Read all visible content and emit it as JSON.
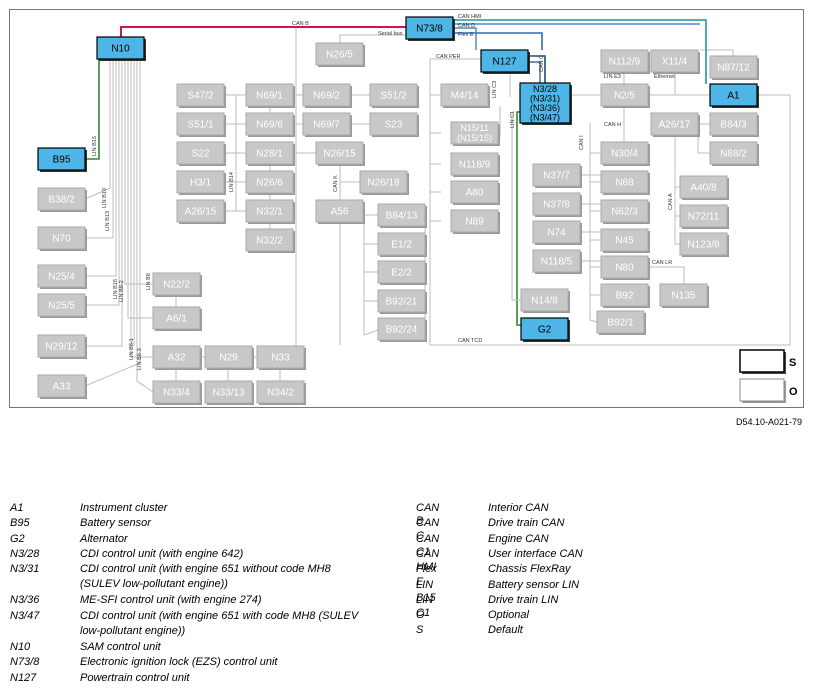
{
  "diagram": {
    "nodes": [
      {
        "id": "N10",
        "label": [
          "N10"
        ],
        "style": "blue"
      },
      {
        "id": "N73/8",
        "label": [
          "N73/8"
        ],
        "style": "blue"
      },
      {
        "id": "N127",
        "label": [
          "N127"
        ],
        "style": "blue"
      },
      {
        "id": "N3",
        "label": [
          "N3/28",
          "(N3/31)",
          "(N3/36)",
          "(N3/47)"
        ],
        "style": "blue"
      },
      {
        "id": "A1",
        "label": [
          "A1"
        ],
        "style": "blue"
      },
      {
        "id": "B95",
        "label": [
          "B95"
        ],
        "style": "blue"
      },
      {
        "id": "G2",
        "label": [
          "G2"
        ],
        "style": "blue"
      },
      {
        "id": "N26/5",
        "label": [
          "N26/5"
        ],
        "style": "grey"
      },
      {
        "id": "N112/9",
        "label": [
          "N112/9"
        ],
        "style": "grey"
      },
      {
        "id": "X11/4",
        "label": [
          "X11/4"
        ],
        "style": "grey"
      },
      {
        "id": "N87/12",
        "label": [
          "N87/12"
        ],
        "style": "grey"
      },
      {
        "id": "S47/2",
        "label": [
          "S47/2"
        ],
        "style": "grey"
      },
      {
        "id": "N69/1",
        "label": [
          "N69/1"
        ],
        "style": "grey"
      },
      {
        "id": "N69/2",
        "label": [
          "N69/2"
        ],
        "style": "grey"
      },
      {
        "id": "S51/2",
        "label": [
          "S51/2"
        ],
        "style": "grey"
      },
      {
        "id": "M4/14",
        "label": [
          "M4/14"
        ],
        "style": "grey"
      },
      {
        "id": "N2/5",
        "label": [
          "N2/5"
        ],
        "style": "grey"
      },
      {
        "id": "S51/1",
        "label": [
          "S51/1"
        ],
        "style": "grey"
      },
      {
        "id": "N69/6",
        "label": [
          "N69/6"
        ],
        "style": "grey"
      },
      {
        "id": "N69/7",
        "label": [
          "N69/7"
        ],
        "style": "grey"
      },
      {
        "id": "S23",
        "label": [
          "S23"
        ],
        "style": "grey"
      },
      {
        "id": "N15/11",
        "label": [
          "N15/11",
          "(N15/15)"
        ],
        "style": "grey"
      },
      {
        "id": "A26/17",
        "label": [
          "A26/17"
        ],
        "style": "grey"
      },
      {
        "id": "B84/3",
        "label": [
          "B84/3"
        ],
        "style": "grey"
      },
      {
        "id": "S22",
        "label": [
          "S22"
        ],
        "style": "grey"
      },
      {
        "id": "N28/1",
        "label": [
          "N28/1"
        ],
        "style": "grey"
      },
      {
        "id": "N26/15",
        "label": [
          "N26/15"
        ],
        "style": "grey"
      },
      {
        "id": "N30/4",
        "label": [
          "N30/4"
        ],
        "style": "grey"
      },
      {
        "id": "N88/2",
        "label": [
          "N88/2"
        ],
        "style": "grey"
      },
      {
        "id": "N118/9",
        "label": [
          "N118/9"
        ],
        "style": "grey"
      },
      {
        "id": "H3/1",
        "label": [
          "H3/1"
        ],
        "style": "grey"
      },
      {
        "id": "N26/6",
        "label": [
          "N26/6"
        ],
        "style": "grey"
      },
      {
        "id": "N26/18",
        "label": [
          "N26/18"
        ],
        "style": "grey"
      },
      {
        "id": "N37/7",
        "label": [
          "N37/7"
        ],
        "style": "grey"
      },
      {
        "id": "N68",
        "label": [
          "N68"
        ],
        "style": "grey"
      },
      {
        "id": "A40/8",
        "label": [
          "A40/8"
        ],
        "style": "grey"
      },
      {
        "id": "B38/2",
        "label": [
          "B38/2"
        ],
        "style": "grey"
      },
      {
        "id": "A80",
        "label": [
          "A80"
        ],
        "style": "grey"
      },
      {
        "id": "A26/15",
        "label": [
          "A26/15"
        ],
        "style": "grey"
      },
      {
        "id": "N32/1",
        "label": [
          "N32/1"
        ],
        "style": "grey"
      },
      {
        "id": "A56",
        "label": [
          "A56"
        ],
        "style": "grey"
      },
      {
        "id": "B84/13",
        "label": [
          "B84/13"
        ],
        "style": "grey"
      },
      {
        "id": "N37/8",
        "label": [
          "N37/8"
        ],
        "style": "grey"
      },
      {
        "id": "N62/3",
        "label": [
          "N62/3"
        ],
        "style": "grey"
      },
      {
        "id": "N72/11",
        "label": [
          "N72/11"
        ],
        "style": "grey"
      },
      {
        "id": "N89",
        "label": [
          "N89"
        ],
        "style": "grey"
      },
      {
        "id": "N70",
        "label": [
          "N70"
        ],
        "style": "grey"
      },
      {
        "id": "N32/2",
        "label": [
          "N32/2"
        ],
        "style": "grey"
      },
      {
        "id": "E1/2",
        "label": [
          "E1/2"
        ],
        "style": "grey"
      },
      {
        "id": "N74",
        "label": [
          "N74"
        ],
        "style": "grey"
      },
      {
        "id": "N45",
        "label": [
          "N45"
        ],
        "style": "grey"
      },
      {
        "id": "N123/8",
        "label": [
          "N123/8"
        ],
        "style": "grey"
      },
      {
        "id": "N118/5",
        "label": [
          "N118/5"
        ],
        "style": "grey"
      },
      {
        "id": "N80",
        "label": [
          "N80"
        ],
        "style": "grey"
      },
      {
        "id": "N25/4",
        "label": [
          "N25/4"
        ],
        "style": "grey"
      },
      {
        "id": "N22/2",
        "label": [
          "N22/2"
        ],
        "style": "grey"
      },
      {
        "id": "E2/2",
        "label": [
          "E2/2"
        ],
        "style": "grey"
      },
      {
        "id": "N135",
        "label": [
          "N135"
        ],
        "style": "grey"
      },
      {
        "id": "N25/5",
        "label": [
          "N25/5"
        ],
        "style": "grey"
      },
      {
        "id": "B92/21",
        "label": [
          "B92/21"
        ],
        "style": "grey"
      },
      {
        "id": "B92",
        "label": [
          "B92"
        ],
        "style": "grey"
      },
      {
        "id": "N14/8",
        "label": [
          "N14/8"
        ],
        "style": "grey"
      },
      {
        "id": "A6/1",
        "label": [
          "A6/1"
        ],
        "style": "grey"
      },
      {
        "id": "N29/12",
        "label": [
          "N29/12"
        ],
        "style": "grey"
      },
      {
        "id": "B92/24",
        "label": [
          "B92/24"
        ],
        "style": "grey"
      },
      {
        "id": "B92/1",
        "label": [
          "B92/1"
        ],
        "style": "grey"
      },
      {
        "id": "A32",
        "label": [
          "A32"
        ],
        "style": "grey"
      },
      {
        "id": "N29",
        "label": [
          "N29"
        ],
        "style": "grey"
      },
      {
        "id": "N33",
        "label": [
          "N33"
        ],
        "style": "grey"
      },
      {
        "id": "A33",
        "label": [
          "A33"
        ],
        "style": "grey"
      },
      {
        "id": "N33/4",
        "label": [
          "N33/4"
        ],
        "style": "grey"
      },
      {
        "id": "N33/13",
        "label": [
          "N33/13"
        ],
        "style": "grey"
      },
      {
        "id": "N34/2",
        "label": [
          "N34/2"
        ],
        "style": "grey"
      }
    ],
    "bus_labels": [
      "CAN B",
      "CAN HMI",
      "CAN D",
      "Flex E",
      "Serial bus",
      "CAN PER",
      "CAN C",
      "CAN C1",
      "LIN C1",
      "LIN C3",
      "LIN E3",
      "Ethernet",
      "CAN H",
      "CAN I",
      "CAN K",
      "CAN A",
      "CAN LR",
      "CAN TCD",
      "LIN B15",
      "LIN B10",
      "LIN B13",
      "LIN B16",
      "LIN B14",
      "LIN B8",
      "LIN B8-2",
      "LIN B8-1",
      "LIN B8-3"
    ],
    "key_labels": {
      "default": "S",
      "optional": "O"
    },
    "colors": {
      "blue": "#4db6e6",
      "grey": "#c8c8c8",
      "grey_line": "#bdbdbd",
      "can_b": "#c8185a",
      "flex": "#1e9a8f",
      "lin": "#2e8b2e",
      "can_hmi": "#2c6ec4"
    }
  },
  "doc_id": "D54.10-A021-79",
  "legend": {
    "left": [
      {
        "code": "A1",
        "desc": [
          "Instrument cluster"
        ]
      },
      {
        "code": "B95",
        "desc": [
          "Battery sensor"
        ]
      },
      {
        "code": "G2",
        "desc": [
          "Alternator"
        ]
      },
      {
        "code": "N3/28",
        "desc": [
          "CDI control unit (with engine 642)"
        ]
      },
      {
        "code": "N3/31",
        "desc": [
          "CDI control unit (with engine 651 without code MH8",
          "(SULEV low-pollutant engine))"
        ]
      },
      {
        "code": "N3/36",
        "desc": [
          "ME-SFI control unit (with engine 274)"
        ]
      },
      {
        "code": "N3/47",
        "desc": [
          "CDI control unit (with engine 651 with code MH8 (SULEV",
          "low-pollutant engine))"
        ]
      },
      {
        "code": "N10",
        "desc": [
          "SAM control unit"
        ]
      },
      {
        "code": "N73/8",
        "desc": [
          "Electronic ignition lock (EZS) control unit"
        ]
      },
      {
        "code": "N127",
        "desc": [
          "Powertrain control unit"
        ]
      }
    ],
    "right": [
      {
        "code": "CAN B",
        "desc": [
          "Interior CAN"
        ]
      },
      {
        "code": "CAN C",
        "desc": [
          "Drive train CAN"
        ]
      },
      {
        "code": "CAN C1",
        "desc": [
          "Engine CAN"
        ]
      },
      {
        "code": "CAN HMI",
        "desc": [
          "User interface CAN"
        ]
      },
      {
        "code": "Flex E",
        "desc": [
          "Chassis FlexRay"
        ]
      },
      {
        "code": "LIN B15",
        "desc": [
          "Battery sensor LIN"
        ]
      },
      {
        "code": "LIN C1",
        "desc": [
          "Drive train LIN"
        ]
      },
      {
        "code": "O",
        "desc": [
          "Optional"
        ]
      },
      {
        "code": "S",
        "desc": [
          "Default"
        ]
      }
    ]
  }
}
